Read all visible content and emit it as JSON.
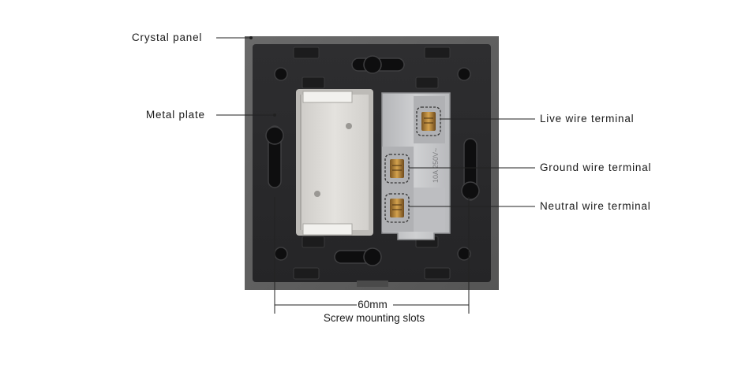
{
  "labels": {
    "crystal_panel": "Crystal panel",
    "metal_plate": "Metal plate",
    "live_terminal": "Live wire terminal",
    "ground_terminal": "Ground wire terminal",
    "neutral_terminal": "Neutral wire terminal"
  },
  "dimension": {
    "value": "60mm",
    "caption": "Screw mounting slots"
  },
  "module_marking": "10A 250V~",
  "colors": {
    "crystal_panel": "#5f5f5f",
    "metal_plate": "#2a2a2b",
    "terminal_housing": "#c4c5c7",
    "mounting_box": "#dcdad6",
    "terminal_screw": "#b98a3c",
    "callout_line": "#222222"
  }
}
